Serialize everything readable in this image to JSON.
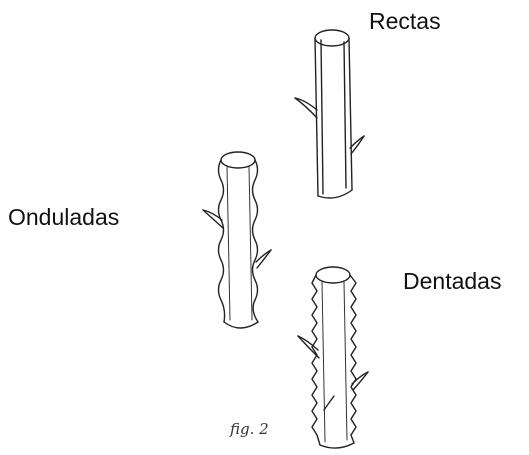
{
  "labels": {
    "rectas": "Rectas",
    "onduladas": "Onduladas",
    "dentadas": "Dentadas"
  },
  "caption": "fig. 2",
  "colors": {
    "ink": "#222222",
    "background": "#ffffff"
  }
}
